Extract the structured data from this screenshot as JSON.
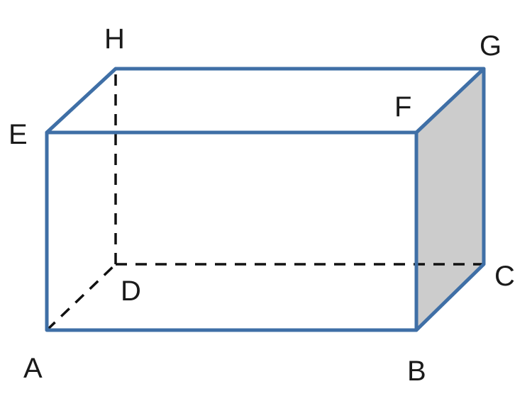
{
  "figure": {
    "vertex_labels": {
      "A": "A",
      "B": "B",
      "C": "C",
      "D": "D",
      "E": "E",
      "F": "F",
      "G": "G",
      "H": "H"
    },
    "shaded_face": "BCGF",
    "hidden_edges": [
      "AD",
      "DC",
      "DH"
    ],
    "colors": {
      "edge": "#3f6fa6",
      "hidden_edge": "#111111",
      "shaded_face": "#cccccc",
      "background": "#ffffff",
      "label": "#1a1a1a"
    }
  }
}
